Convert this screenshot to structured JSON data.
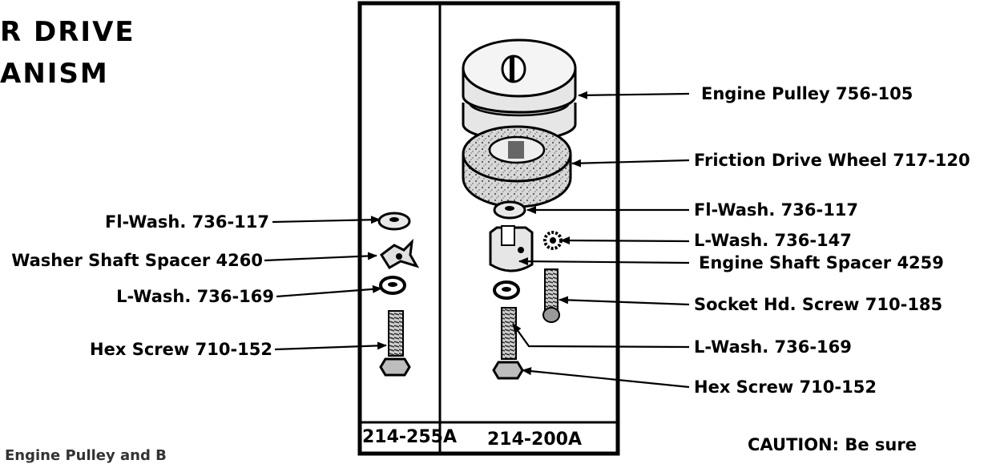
{
  "title": {
    "line1": "R DRIVE",
    "line2": "ANISM"
  },
  "left_labels": [
    "Fl-Wash. 736-117",
    "Washer Shaft Spacer 4260",
    "L-Wash. 736-169",
    "Hex Screw 710-152"
  ],
  "right_labels": [
    "Engine Pulley 756-105",
    "Friction Drive Wheel 717-120",
    "Fl-Wash. 736-117",
    "L-Wash. 736-147",
    "Engine Shaft Spacer 4259",
    "Socket Hd. Screw 710-185",
    "L-Wash. 736-169",
    "Hex Screw 710-152"
  ],
  "kits": {
    "left": "214-255A",
    "right": "214-200A"
  },
  "caution": "CAUTION: Be sure",
  "footer": "Engine Pulley and B"
}
